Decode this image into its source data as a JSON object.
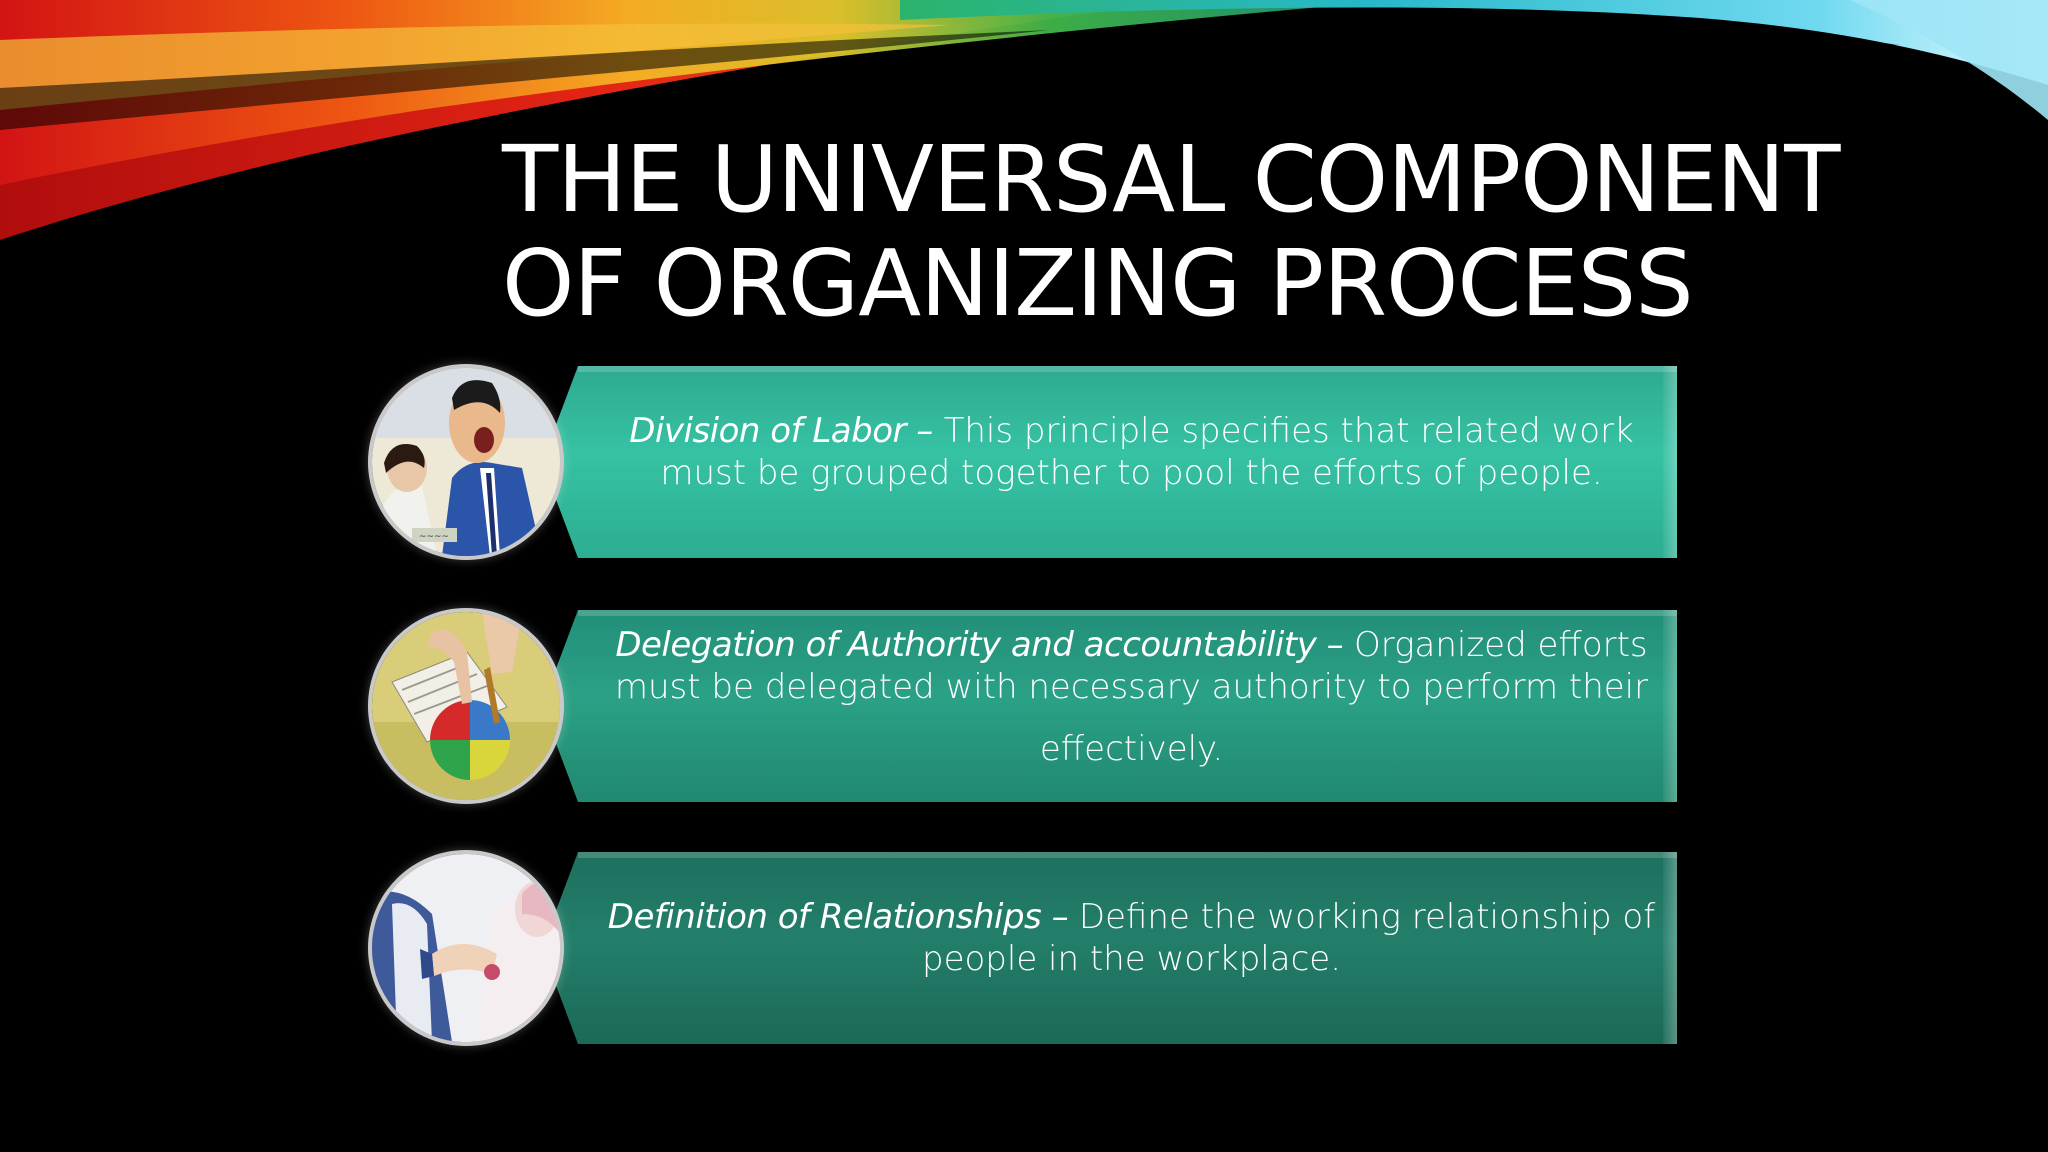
{
  "title": {
    "line1": "THE UNIVERSAL COMPONENT",
    "line2": "OF ORGANIZING PROCESS"
  },
  "items": [
    {
      "term": "Division of  Labor –",
      "desc_line1": " This principle specifies that related work",
      "desc_line2": "must be grouped together to pool the efforts of people.",
      "image": "manager-shouting-illustration"
    },
    {
      "term": "Delegation of Authority and accountability –",
      "desc_line1": " Organized efforts",
      "desc_line2": "must be delegated with necessary authority to perform their",
      "desc_line3": "effectively.",
      "image": "pie-chart-hands-illustration"
    },
    {
      "term": "Definition of Relationships –",
      "desc_line1": " Define the working relationship of",
      "desc_line2": "people in the workplace.",
      "image": "handshake-illustration"
    }
  ],
  "colors": {
    "background": "#000000",
    "banner_1": "#36c2a4",
    "banner_2": "#2aa186",
    "banner_3": "#237f6a"
  }
}
